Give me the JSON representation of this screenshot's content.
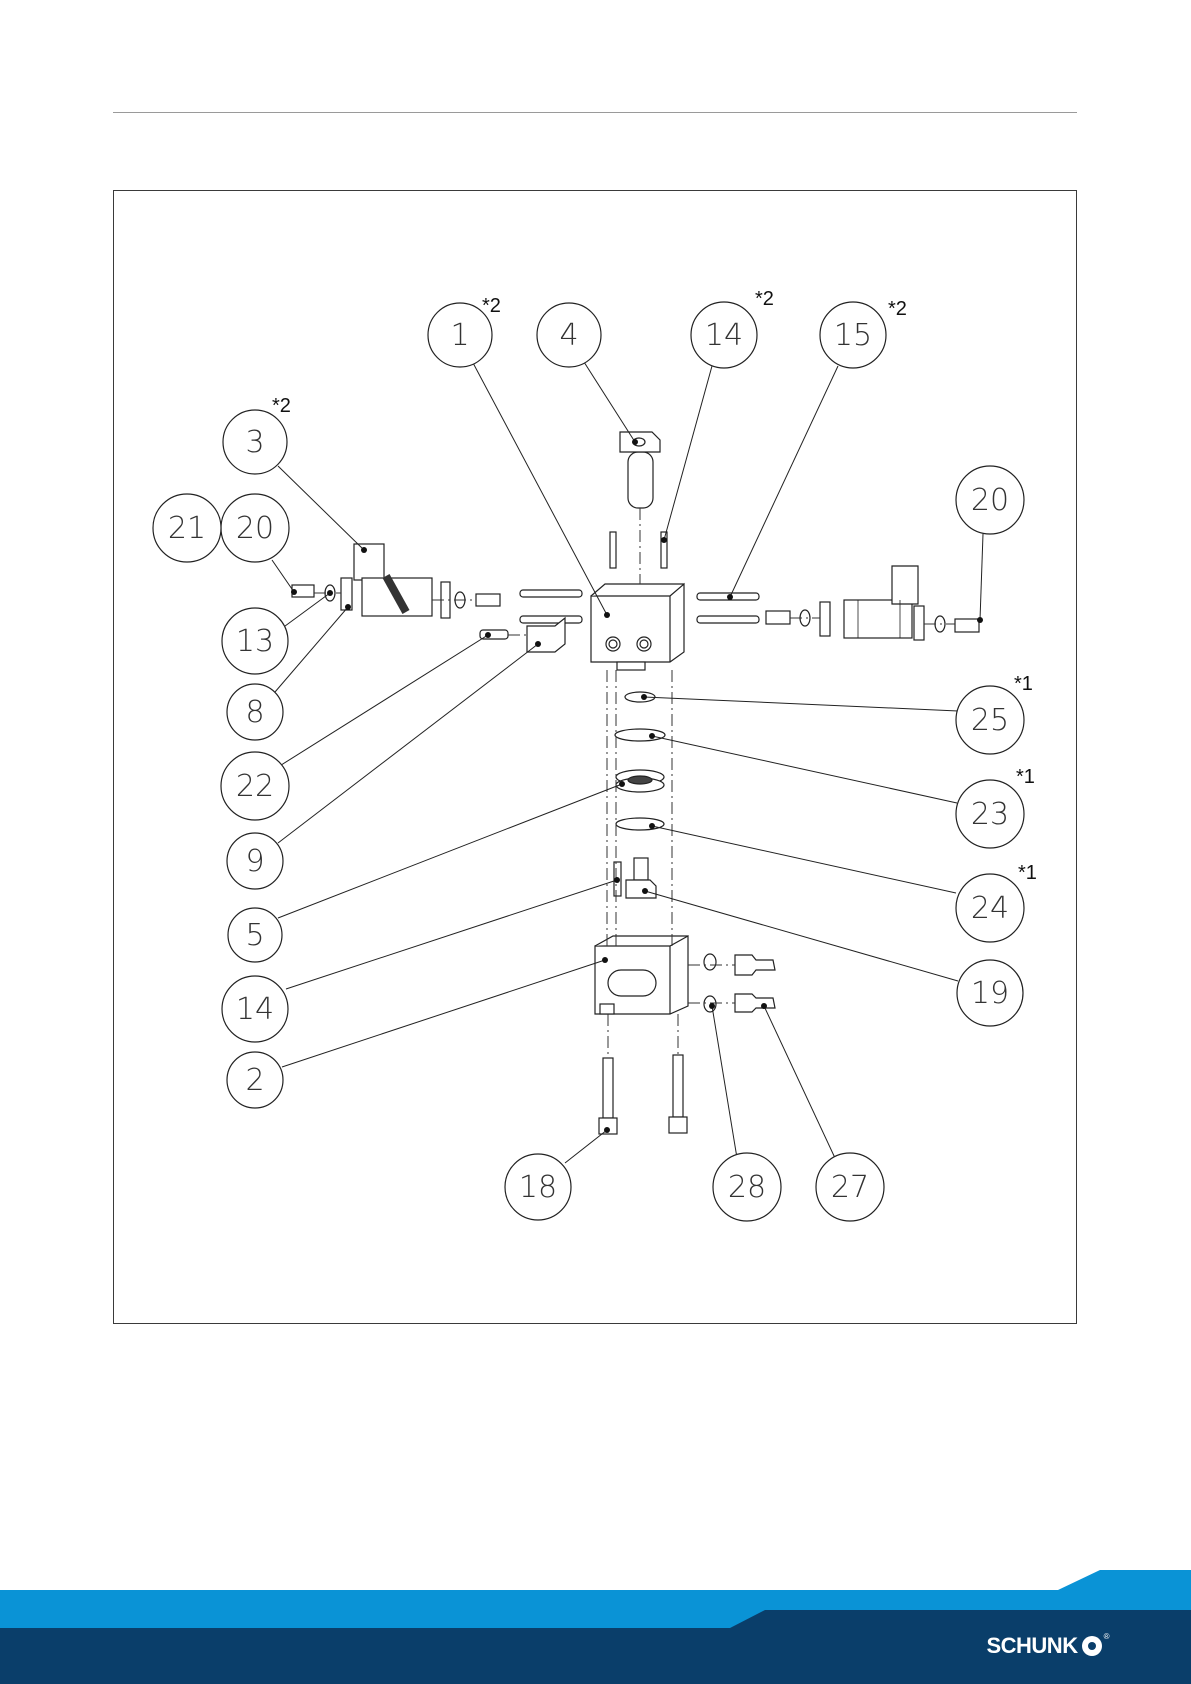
{
  "callouts": [
    {
      "label": "1",
      "note": "*2"
    },
    {
      "label": "4",
      "note": ""
    },
    {
      "label": "14",
      "note": "*2"
    },
    {
      "label": "15",
      "note": "*2"
    },
    {
      "label": "3",
      "note": "*2"
    },
    {
      "label": "20",
      "note": ""
    },
    {
      "label": "21",
      "note": ""
    },
    {
      "label": "20",
      "note": ""
    },
    {
      "label": "13",
      "note": ""
    },
    {
      "label": "8",
      "note": ""
    },
    {
      "label": "22",
      "note": ""
    },
    {
      "label": "9",
      "note": ""
    },
    {
      "label": "5",
      "note": ""
    },
    {
      "label": "14",
      "note": ""
    },
    {
      "label": "2",
      "note": ""
    },
    {
      "label": "25",
      "note": "*1"
    },
    {
      "label": "23",
      "note": "*1"
    },
    {
      "label": "24",
      "note": "*1"
    },
    {
      "label": "19",
      "note": ""
    },
    {
      "label": "18",
      "note": ""
    },
    {
      "label": "28",
      "note": ""
    },
    {
      "label": "27",
      "note": ""
    }
  ],
  "footer": {
    "brand": "SCHUNK",
    "registered": "®",
    "colors": {
      "light": "#0a93d6",
      "dark": "#0a3e6a"
    }
  }
}
